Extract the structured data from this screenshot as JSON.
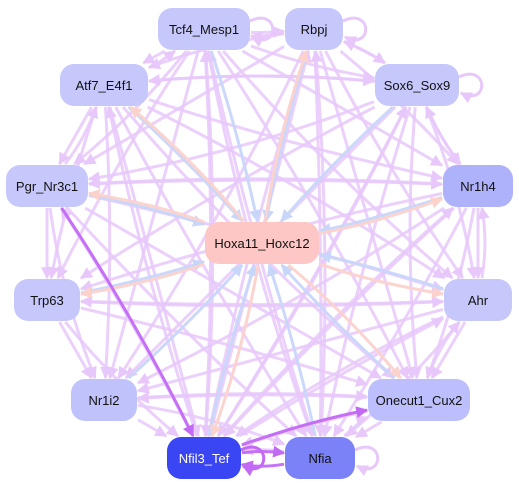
{
  "diagram": {
    "nodes": [
      {
        "id": "tcf4",
        "label": "Tcf4_Mesp1",
        "color": "#c6c8fb"
      },
      {
        "id": "rbpj",
        "label": "Rbpj",
        "color": "#c6c8fb"
      },
      {
        "id": "atf7",
        "label": "Atf7_E4f1",
        "color": "#c6c8fb"
      },
      {
        "id": "sox6",
        "label": "Sox6_Sox9",
        "color": "#c6c8fb"
      },
      {
        "id": "pgr",
        "label": "Pgr_Nr3c1",
        "color": "#c6c8fb"
      },
      {
        "id": "nr1h4",
        "label": "Nr1h4",
        "color": "#aeb2fa"
      },
      {
        "id": "hoxa",
        "label": "Hoxa11_Hoxc12",
        "color": "#fcc7c4"
      },
      {
        "id": "trp63",
        "label": "Trp63",
        "color": "#c6c8fb"
      },
      {
        "id": "ahr",
        "label": "Ahr",
        "color": "#c6c8fb"
      },
      {
        "id": "nr1i2",
        "label": "Nr1i2",
        "color": "#c0c3fb"
      },
      {
        "id": "onecut",
        "label": "Onecut1_Cux2",
        "color": "#bcbffb"
      },
      {
        "id": "nfil3",
        "label": "Nfil3_Tef",
        "color": "#3a45f4",
        "dark": true
      },
      {
        "id": "nfia",
        "label": "Nfia",
        "color": "#7b82f7"
      }
    ],
    "edge_colors": {
      "default": "#e8c8fa",
      "blue": "#c8d6fa",
      "pink": "#fcd2cc",
      "strong": "#c36af5"
    }
  }
}
